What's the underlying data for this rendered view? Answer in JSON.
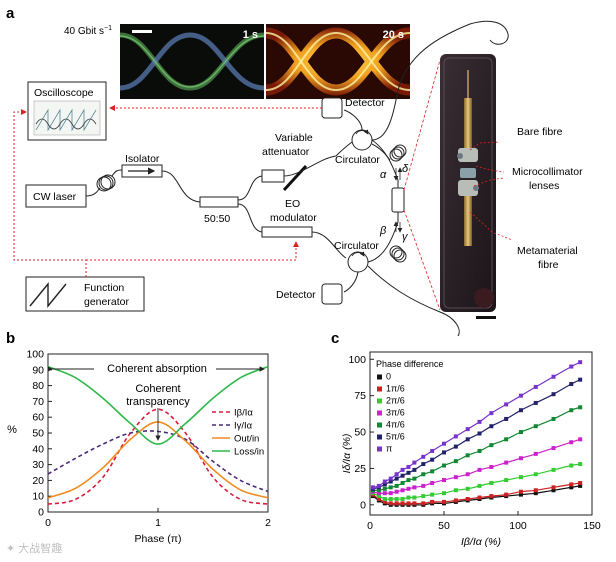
{
  "panel_a": {
    "letter": "a",
    "bitrate": "40 Gbit s",
    "bitrate_sup": "−1",
    "eye_1_time": "1 s",
    "eye_2_time": "20 s",
    "components": {
      "oscilloscope": "Oscilloscope",
      "cw_laser": "CW laser",
      "isolator": "Isolator",
      "splitter": "50:50",
      "variable_attenuator_1": "Variable",
      "variable_attenuator_2": "attenuator",
      "eo_modulator_1": "EO",
      "eo_modulator_2": "modulator",
      "circulator_top": "Circulator",
      "circulator_bottom": "Circulator",
      "detector_top": "Detector",
      "detector_bottom": "Detector",
      "function_generator_1": "Function",
      "function_generator_2": "generator"
    },
    "ports": {
      "alpha": "α",
      "beta": "β",
      "gamma": "γ",
      "delta": "δ"
    },
    "photo_labels": {
      "bare_fibre": "Bare fibre",
      "microcollimator_1": "Microcollimator",
      "microcollimator_2": "lenses",
      "metamaterial_1": "Metamaterial",
      "metamaterial_2": "fibre"
    }
  },
  "panel_b": {
    "letter": "b",
    "annotations": {
      "coherent_absorption": "Coherent absorption",
      "coherent_transparency_1": "Coherent",
      "coherent_transparency_2": "transparency"
    },
    "legend": [
      "Iβ/Iα",
      "Iγ/Iα",
      "Out/in",
      "Loss/in"
    ]
  },
  "panel_c": {
    "letter": "c",
    "legend_title": "Phase difference",
    "legend": [
      "0",
      "1π/6",
      "2π/6",
      "3π/6",
      "4π/6",
      "5π/6",
      "π"
    ]
  },
  "chart_data": [
    {
      "type": "line",
      "xlabel": "Phase (π)",
      "ylabel": "%",
      "xlim": [
        0,
        2
      ],
      "ylim": [
        0,
        100
      ],
      "x_ticks": [
        0,
        1,
        2
      ],
      "y_ticks": [
        0,
        10,
        20,
        30,
        40,
        50,
        60,
        70,
        80,
        90,
        100
      ],
      "legend_placement": "right",
      "x": [
        0,
        0.25,
        0.5,
        0.75,
        1.0,
        1.25,
        1.5,
        1.75,
        2.0
      ],
      "series": [
        {
          "name": "Iβ/Iα",
          "color": "#d81b3c",
          "style": "dashed",
          "values": [
            5,
            8,
            22,
            50,
            65,
            50,
            22,
            8,
            5
          ]
        },
        {
          "name": "Iγ/Iα",
          "color": "#4a2a7a",
          "style": "dashed",
          "values": [
            24,
            34,
            43,
            50,
            51,
            46,
            32,
            20,
            13
          ]
        },
        {
          "name": "Out/in",
          "color": "#f08a1c",
          "style": "solid",
          "values": [
            9,
            15,
            28,
            46,
            57,
            45,
            27,
            14,
            9
          ]
        },
        {
          "name": "Loss/in",
          "color": "#2fb84a",
          "style": "solid",
          "values": [
            92,
            85,
            72,
            56,
            43,
            56,
            72,
            85,
            92
          ]
        }
      ]
    },
    {
      "type": "scatter",
      "xlabel": "Iβ/Iα (%)",
      "ylabel": "Iδ/Iα (%)",
      "xlim": [
        0,
        150
      ],
      "ylim": [
        -7,
        105
      ],
      "x_ticks": [
        0,
        50,
        100,
        150
      ],
      "y_ticks": [
        0,
        25,
        50,
        75,
        100
      ],
      "legend_placement": "top-left",
      "x": [
        2,
        6,
        10,
        14,
        18,
        22,
        26,
        30,
        36,
        42,
        50,
        58,
        66,
        74,
        82,
        92,
        102,
        112,
        124,
        136,
        142
      ],
      "series": [
        {
          "name": "0",
          "color": "#111111",
          "values": [
            6,
            3,
            1,
            0,
            0,
            0,
            0,
            0,
            0,
            1,
            1,
            2,
            3,
            4,
            5,
            6,
            7,
            8,
            10,
            12,
            13
          ]
        },
        {
          "name": "1π/6",
          "color": "#cc2222",
          "values": [
            7,
            4,
            2,
            1,
            1,
            1,
            1,
            1,
            1,
            2,
            2,
            3,
            4,
            5,
            6,
            7,
            9,
            10,
            12,
            14,
            15
          ]
        },
        {
          "name": "2π/6",
          "color": "#33cc33",
          "values": [
            8,
            6,
            4,
            4,
            4,
            4,
            5,
            5,
            6,
            7,
            8,
            10,
            11,
            13,
            15,
            17,
            19,
            21,
            24,
            27,
            28
          ]
        },
        {
          "name": "3π/6",
          "color": "#cc22cc",
          "values": [
            9,
            8,
            8,
            8,
            9,
            10,
            11,
            12,
            13,
            15,
            17,
            19,
            21,
            24,
            26,
            29,
            32,
            35,
            39,
            43,
            45
          ]
        },
        {
          "name": "4π/6",
          "color": "#118833",
          "values": [
            10,
            10,
            11,
            12,
            13,
            15,
            17,
            18,
            21,
            23,
            27,
            30,
            34,
            37,
            41,
            45,
            50,
            54,
            59,
            65,
            67
          ]
        },
        {
          "name": "5π/6",
          "color": "#22226b",
          "values": [
            11,
            12,
            14,
            16,
            18,
            20,
            22,
            24,
            28,
            31,
            36,
            40,
            45,
            49,
            54,
            59,
            65,
            70,
            76,
            83,
            86
          ]
        },
        {
          "name": "π",
          "color": "#7733cc",
          "values": [
            12,
            13,
            16,
            18,
            21,
            24,
            26,
            29,
            33,
            37,
            42,
            47,
            52,
            57,
            63,
            69,
            75,
            81,
            88,
            95,
            98
          ]
        }
      ]
    }
  ]
}
